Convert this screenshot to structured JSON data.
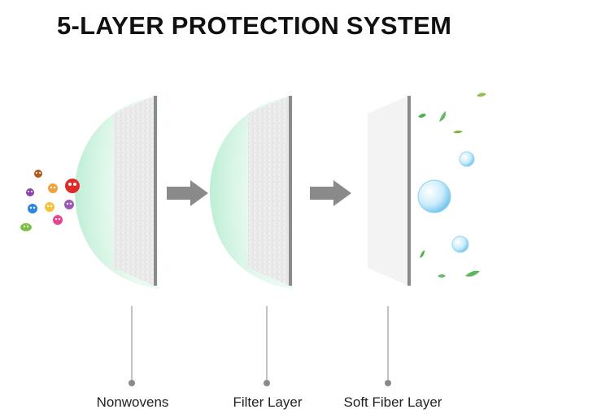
{
  "title": "5-LAYER PROTECTION SYSTEM",
  "layers": [
    {
      "label": "Nonwovens"
    },
    {
      "label": "Filter Layer"
    },
    {
      "label": "Soft Fiber Layer"
    }
  ],
  "colors": {
    "glow": "#cdf3df",
    "sheet": "#eeeeee",
    "sheet_edge": "#8a8a8a",
    "arrow": "#8a8a8a",
    "leader": "#9a9a9a",
    "leaf": "#5cb85c",
    "bubble": "#8fd0f0"
  },
  "icons": [
    "germ-icon",
    "arrow-right-icon",
    "leaf-icon",
    "water-bubble-icon"
  ]
}
